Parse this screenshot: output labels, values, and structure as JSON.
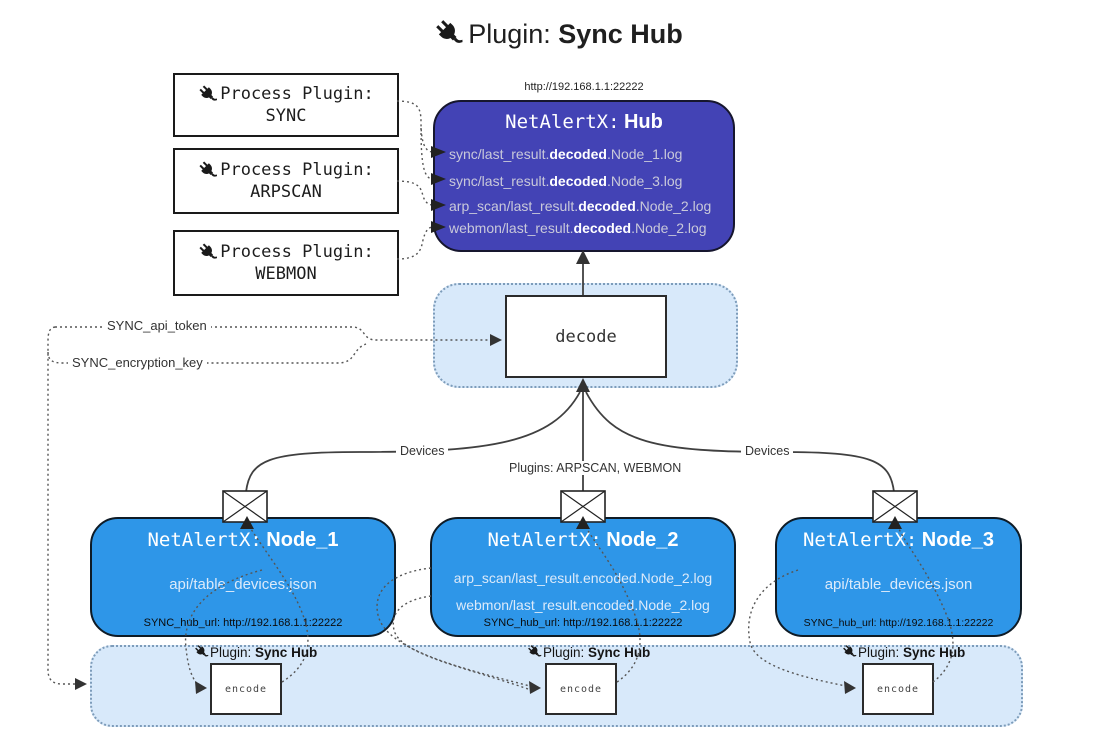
{
  "title": {
    "prefix": "Plugin:",
    "name": "Sync Hub"
  },
  "hub": {
    "url": "http://192.168.1.1:22222",
    "name_prefix": "NetAlertX:",
    "name": "Hub",
    "logs": [
      {
        "pre": "sync/last_result.",
        "bold": "decoded",
        "post": ".Node_1.log"
      },
      {
        "pre": "sync/last_result.",
        "bold": "decoded",
        "post": ".Node_3.log"
      },
      {
        "pre": "arp_scan/last_result.",
        "bold": "decoded",
        "post": ".Node_2.log"
      },
      {
        "pre": "webmon/last_result.",
        "bold": "decoded",
        "post": ".Node_2.log"
      }
    ]
  },
  "process_plugins": [
    {
      "label": "Process Plugin:",
      "name": "SYNC"
    },
    {
      "label": "Process Plugin:",
      "name": "ARPSCAN"
    },
    {
      "label": "Process Plugin:",
      "name": "WEBMON"
    }
  ],
  "decode": {
    "label": "decode"
  },
  "keys": {
    "api_token": "SYNC_api_token",
    "encryption_key": "SYNC_encryption_key"
  },
  "edges": {
    "devices_left": "Devices",
    "plugins_mid": "Plugins: ARPSCAN, WEBMON",
    "devices_right": "Devices"
  },
  "nodes": [
    {
      "name_prefix": "NetAlertX:",
      "name": "Node_1",
      "files": [
        "api/table_devices.json"
      ],
      "hub_url": "SYNC_hub_url: http://192.168.1.1:22222"
    },
    {
      "name_prefix": "NetAlertX:",
      "name": "Node_2",
      "files": [
        "arp_scan/last_result.encoded.Node_2.log",
        "webmon/last_result.encoded.Node_2.log"
      ],
      "hub_url": "SYNC_hub_url: http://192.168.1.1:22222"
    },
    {
      "name_prefix": "NetAlertX:",
      "name": "Node_3",
      "files": [
        "api/table_devices.json"
      ],
      "hub_url": "SYNC_hub_url: http://192.168.1.1:22222"
    }
  ],
  "encode_area": {
    "badge_prefix": "Plugin:",
    "badge_name": "Sync Hub",
    "box_label": "encode"
  },
  "colors": {
    "hub_fill": "#4343b5",
    "node_fill": "#2e96e8",
    "container_fill": "#d8e9fa",
    "container_border": "#7d9cba",
    "line": "#404040"
  }
}
